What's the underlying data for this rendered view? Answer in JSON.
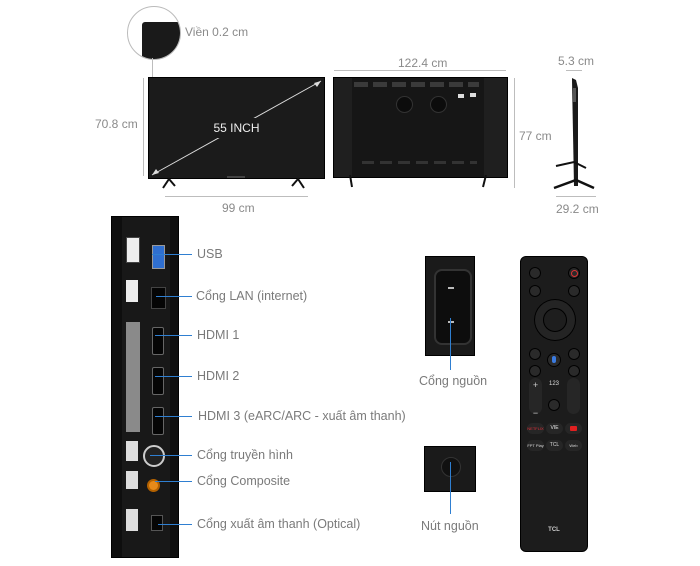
{
  "bezel": {
    "label": "Viền 0.2 cm"
  },
  "front_view": {
    "screen_size": "55 INCH",
    "height": "70.8 cm",
    "stand_width": "99 cm"
  },
  "back_view": {
    "width": "122.4 cm",
    "height": "77 cm"
  },
  "side_view": {
    "depth_top": "5.3 cm",
    "stand_depth": "29.2 cm"
  },
  "ports": [
    {
      "label": "USB"
    },
    {
      "label": "Cổng LAN (internet)"
    },
    {
      "label": "HDMI 1"
    },
    {
      "label": "HDMI 2"
    },
    {
      "label": "HDMI 3 (eARC/ARC - xuất âm thanh)"
    },
    {
      "label": "Cổng truyền hình"
    },
    {
      "label": "Cổng Composite"
    },
    {
      "label": "Cổng xuất âm thanh (Optical)"
    }
  ],
  "power": {
    "socket_label": "Cổng nguồn",
    "button_label": "Nút nguồn"
  },
  "remote": {
    "brand": "TCL",
    "buttons": {
      "num": "123",
      "netflix": "NETFLIX",
      "fpt_play": "FPT Play",
      "tcl_channel": "TCL",
      "web": "Web",
      "vieon": "VIE"
    }
  },
  "colors": {
    "callout_line": "#2f7fd1",
    "dimension_text": "#8a8a8a",
    "device_body": "#1b1b1b"
  }
}
